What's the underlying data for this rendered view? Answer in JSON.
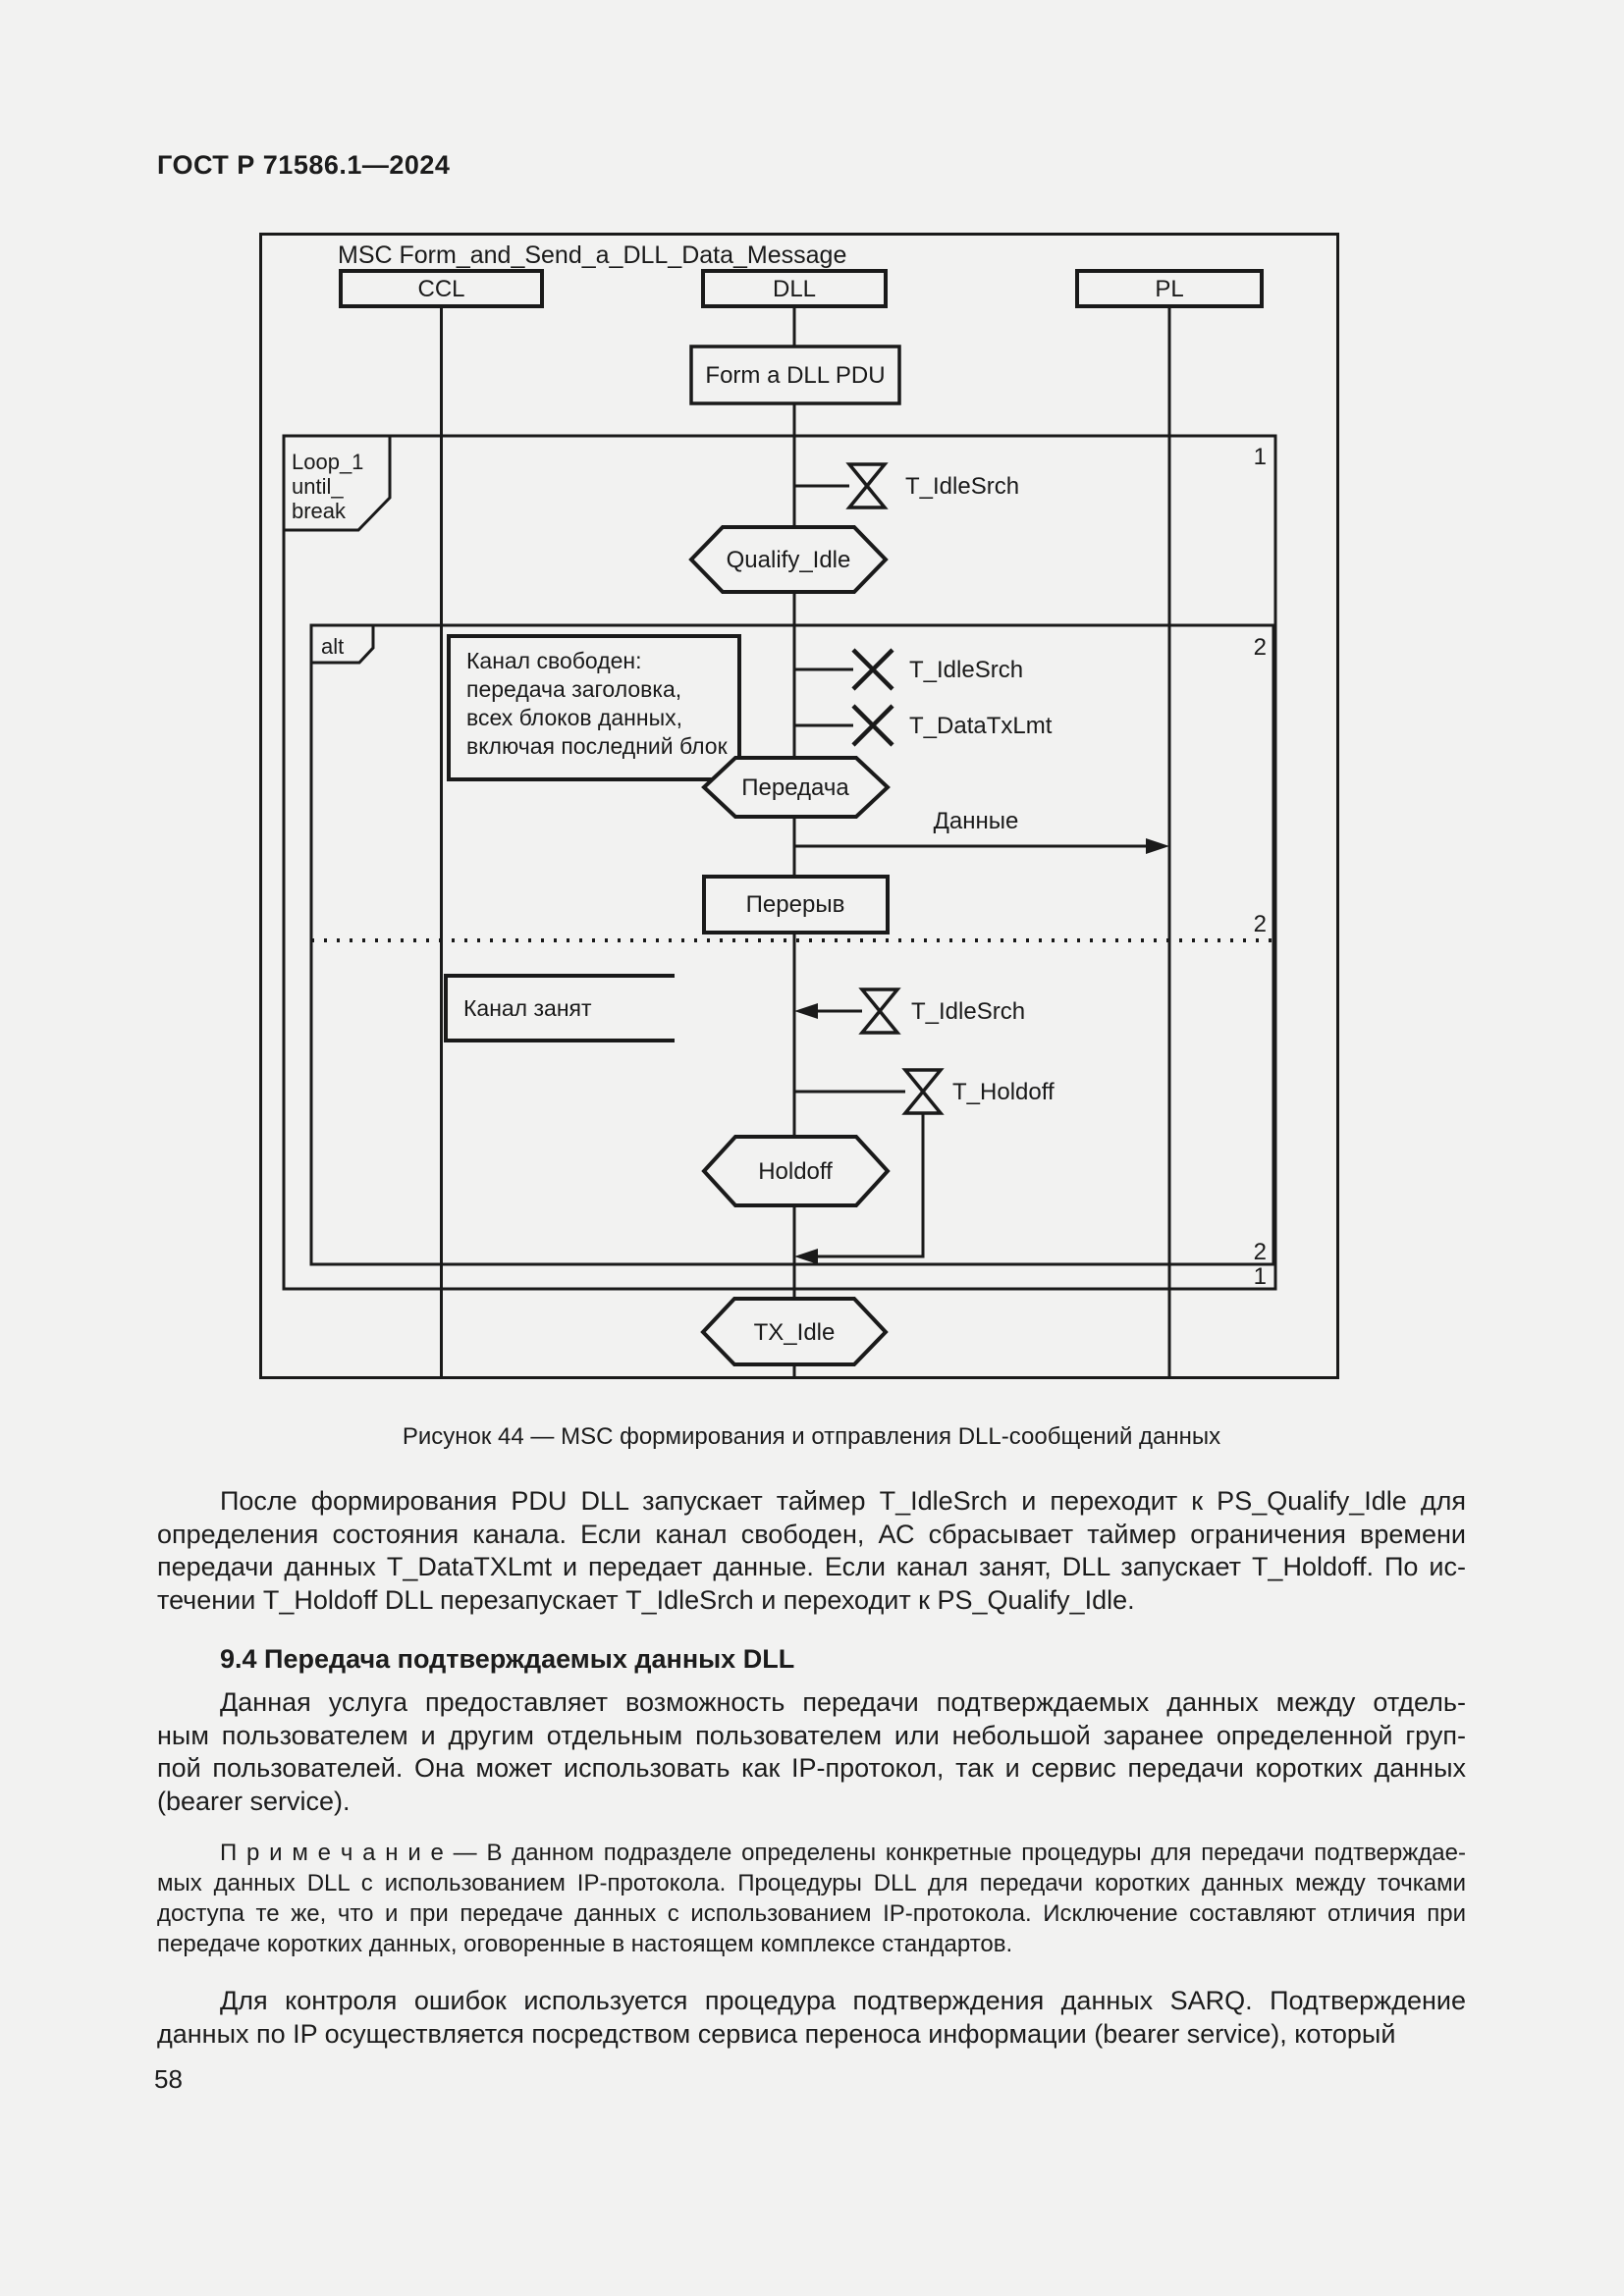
{
  "page": {
    "header": "ГОСТ Р 71586.1—2024",
    "number": "58"
  },
  "diagram": {
    "title": "MSC Form_and_Send_a_DLL_Data_Message",
    "lifeline_ccl": "CCL",
    "lifeline_dll": "DLL",
    "lifeline_pl": "PL",
    "form_pdu": "Form a DLL PDU",
    "loop_line1": "Loop_1",
    "loop_line2": "until_",
    "loop_line3": "break",
    "loop_marker": "1",
    "alt_label": "alt",
    "alt_marker": "2",
    "sep_marker": "2",
    "bottom_marker_alt": "2",
    "bottom_marker_loop": "1",
    "timer_idlesrch": "T_IdleSrch",
    "timer_datatxlmt": "T_DataTxLmt",
    "timer_holdoff": "T_Holdoff",
    "state_qualify_idle": "Qualify_Idle",
    "state_peredacha": "Передача",
    "state_holdoff": "Holdoff",
    "state_tx_idle": "TX_Idle",
    "action_pereryv": "Перерыв",
    "msg_dannye": "Данные",
    "cond_free": {
      "l1": "Канал свободен:",
      "l2": "передача заголовка,",
      "l3": "всех блоков данных,",
      "l4": "включая последний блок"
    },
    "cond_busy": "Канал занят"
  },
  "caption": "Рисунок 44 — MSC формирования и отправления DLL-сообщений данных",
  "body": {
    "p1": {
      "l1": "После формирования PDU DLL запускает таймер T_IdleSrch и переходит к PS_Qualify_Idle для",
      "l2": "определения состояния канала. Если канал свободен, АС сбрасывает таймер ограничения времени",
      "l3": "передачи данных T_DataTXLmt и передает данные. Если канал занят, DLL запускает T_Holdoff. По ис-",
      "l4": "течении T_Holdoff DLL перезапускает T_IdleSrch и переходит к PS_Qualify_Idle."
    },
    "heading": "9.4 Передача подтверждаемых данных DLL",
    "p2": {
      "l1": "Данная услуга предоставляет возможность передачи подтверждаемых данных между отдель-",
      "l2": "ным пользователем и другим отдельным пользователем или небольшой заранее определенной груп-",
      "l3": "пой пользователей. Она может использовать как IP-протокол, так и сервис передачи коротких данных",
      "l4": "(bearer service)."
    },
    "note": {
      "l1": "П р и м е ч а н и е  — В данном подразделе определены конкретные процедуры для передачи подтверждае-",
      "l2": "мых данных DLL с использованием IP-протокола. Процедуры DLL для передачи коротких данных между точками",
      "l3": "доступа те же, что и при передаче данных с использованием IP-протокола. Исключение составляют отличия при",
      "l4": "передаче коротких данных, оговоренные в настоящем комплексе стандартов."
    },
    "p3": {
      "l1": "Для контроля ошибок используется процедура подтверждения данных SARQ. Подтверждение",
      "l2": "данных по IP осуществляется посредством сервиса переноса информации (bearer service), который"
    }
  }
}
